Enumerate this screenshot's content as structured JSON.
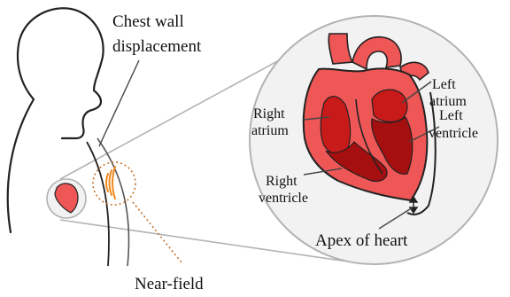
{
  "labels": {
    "chest_wall": [
      "Chest wall",
      "displacement"
    ],
    "left_atrium": [
      "Left",
      "atrium"
    ],
    "right_atrium": [
      "Right",
      "atrium"
    ],
    "left_ventricle": [
      "Left",
      "ventricle"
    ],
    "right_ventricle": [
      "Right",
      "ventricle"
    ],
    "apex": "Apex of heart",
    "near_field": "Near-field"
  },
  "colors": {
    "heart_outer": "#ef5656",
    "heart_inner": "#c91a1a",
    "heart_dark": "#a50f0f",
    "outline": "#222222",
    "magnifier_fill": "#f2f2f2",
    "magnifier_stroke": "#b3b3b3",
    "wave": "#f08a1e",
    "near_field_ring": "#c8702a"
  }
}
